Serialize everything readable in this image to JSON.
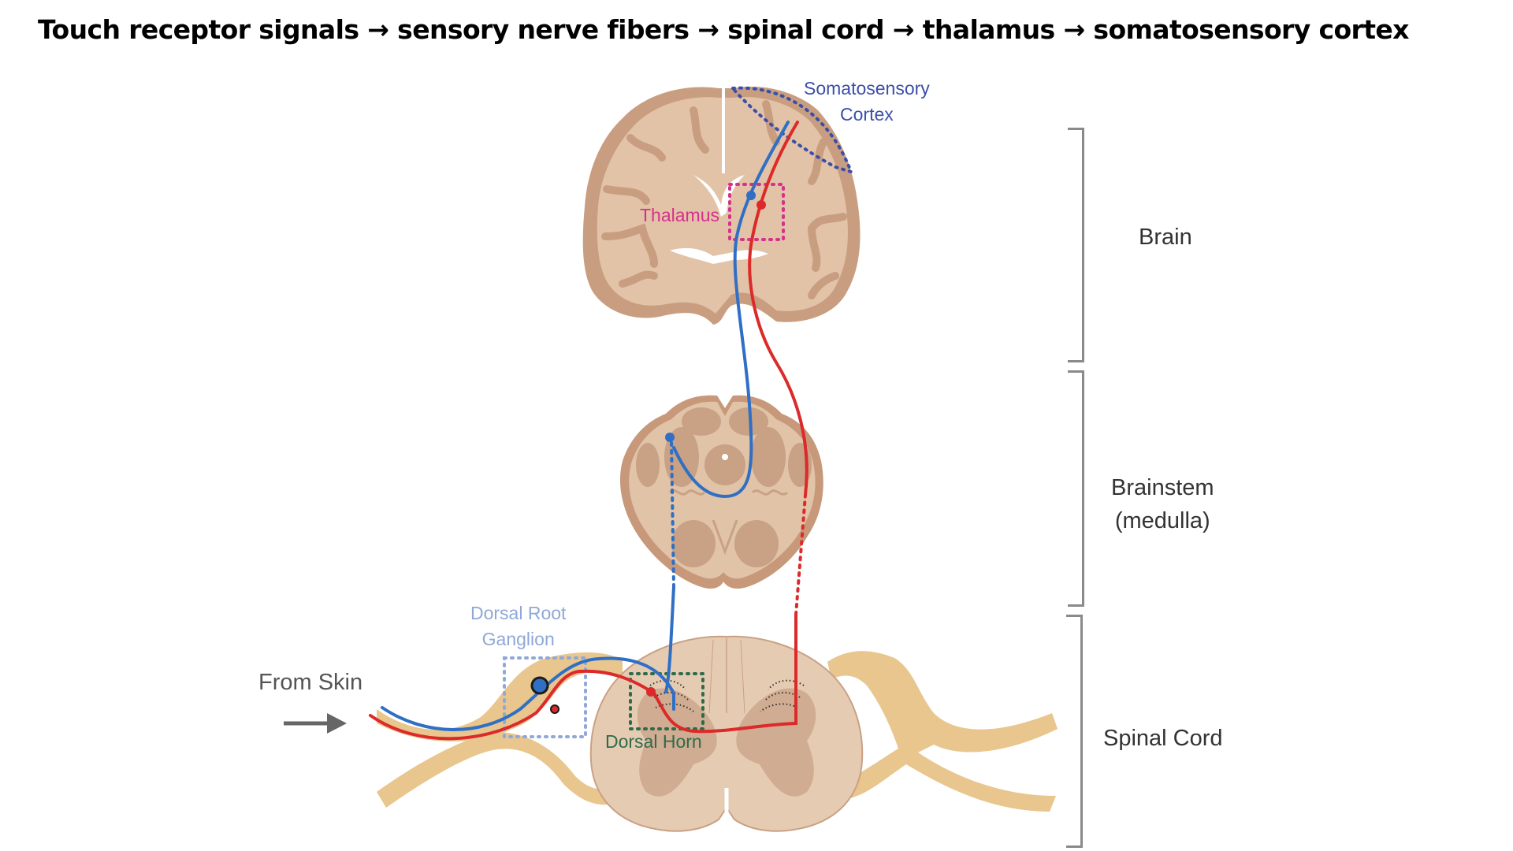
{
  "title": "Touch receptor signals → sensory nerve fibers → spinal cord → thalamus → somatosensory cortex",
  "structures": {
    "somatosensory_cortex": {
      "line1": "Somatosensory",
      "line2": "Cortex",
      "color": "#3b4ea8"
    },
    "thalamus": {
      "label": "Thalamus",
      "color": "#d6308c"
    },
    "dorsal_root_ganglion": {
      "line1": "Dorsal Root",
      "line2": "Ganglion",
      "color": "#8fa8d8"
    },
    "dorsal_horn": {
      "label": "Dorsal Horn",
      "color": "#2e6b4b"
    },
    "input": {
      "label": "From Skin"
    }
  },
  "regions": [
    {
      "label": "Brain"
    },
    {
      "line1": "Brainstem",
      "line2": "(medulla)"
    },
    {
      "label": "Spinal Cord"
    }
  ],
  "colors": {
    "pathway_blue": "#2f6fc4",
    "pathway_red": "#dc2a2a",
    "tissue_outer": "#c79b7d",
    "tissue_inner": "#e1c3a8",
    "nerve": "#e8c68e",
    "bracket": "#8a8a8a"
  }
}
